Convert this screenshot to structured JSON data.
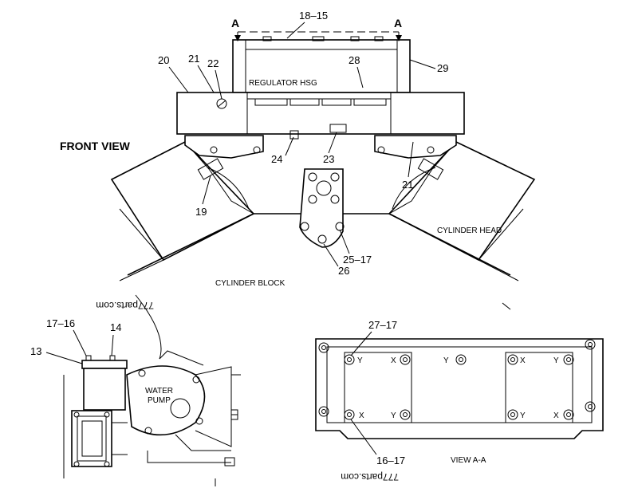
{
  "labels": {
    "front_view": "FRONT VIEW",
    "regulator_hsg": "REGULATOR HSG",
    "cylinder_head": "CYLINDER HEAD",
    "cylinder_block": "CYLINDER BLOCK",
    "water_pump": "WATER",
    "water_pump_2": "PUMP",
    "view_aa": "VIEW A-A",
    "section_a_left": "A",
    "section_a_right": "A"
  },
  "callouts": {
    "c18_15": "18–15",
    "c20": "20",
    "c21_top": "21",
    "c22": "22",
    "c28": "28",
    "c29": "29",
    "c24": "24",
    "c23": "23",
    "c19": "19",
    "c21_right": "21",
    "c25_17": "25–17",
    "c26": "26",
    "c17_16": "17–16",
    "c14": "14",
    "c13": "13",
    "c27_17": "27–17",
    "c16_17": "16–17"
  },
  "view_aa_marks": [
    "Y",
    "X",
    "Y",
    "X",
    "Y",
    "X",
    "Y",
    "Y",
    "X"
  ],
  "watermarks": {
    "top": "777parts.com",
    "bottom": "777parts.com"
  }
}
